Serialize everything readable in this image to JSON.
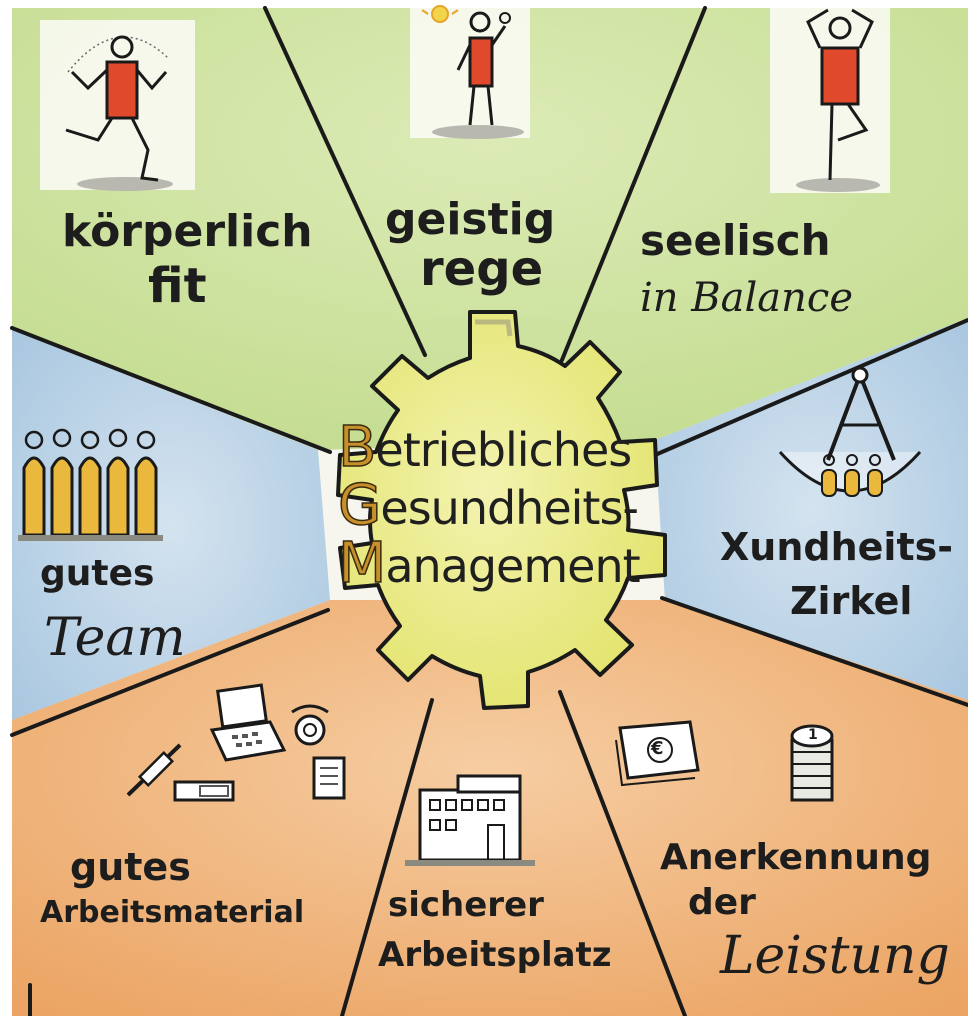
{
  "center": {
    "line1_initial": "B",
    "line1_rest": "etriebliches",
    "line2_initial": "G",
    "line2_rest": "esundheits-",
    "line3_initial": "M",
    "line3_rest": "anagement"
  },
  "sections": {
    "koerperlich_line1": "körperlich",
    "koerperlich_line2": "fit",
    "geistig_line1": "geistig",
    "geistig_line2": "rege",
    "seelisch_line1": "seelisch",
    "seelisch_line2": "in Balance",
    "team_line1": "gutes",
    "team_line2": "Team",
    "zirkel_line1": "Xundheits-",
    "zirkel_line2": "Zirkel",
    "material_line1": "gutes",
    "material_line2": "Arbeitsmaterial",
    "arbeitsplatz_line1": "sicherer",
    "arbeitsplatz_line2": "Arbeitsplatz",
    "leistung_line1": "Anerkennung",
    "leistung_line2": "der",
    "leistung_line3": "Leistung"
  },
  "icons": {
    "money_symbol": "€",
    "coin_symbol": "1"
  },
  "colors": {
    "green": "#cfe3a1",
    "blue": "#b9d2e6",
    "orange": "#f0b57a",
    "center_yellow": "#ecec86",
    "figure_red": "#e0492b",
    "people_yellow": "#e9b83c"
  }
}
